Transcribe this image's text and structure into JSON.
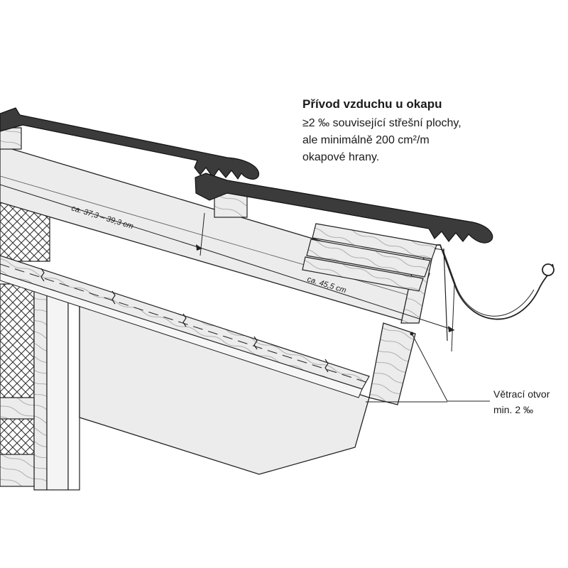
{
  "heading": {
    "title": "Přívod vzduchu u okapu",
    "line1": "≥2 ‰ související střešní plochy,",
    "line2": "ale minimálně 200 cm²/m",
    "line3": "okapové hrany."
  },
  "dimensions": {
    "batten_spacing": "ca. 37,3 – 39,3 cm",
    "eave_distance": "ca. 45,5 cm"
  },
  "vent_note": {
    "line1": "Větrací otvor",
    "line2": "min. 2 ‰"
  },
  "colors": {
    "tile": "#3b3b3b",
    "wood": "#ebebeb",
    "stroke": "#222222"
  }
}
